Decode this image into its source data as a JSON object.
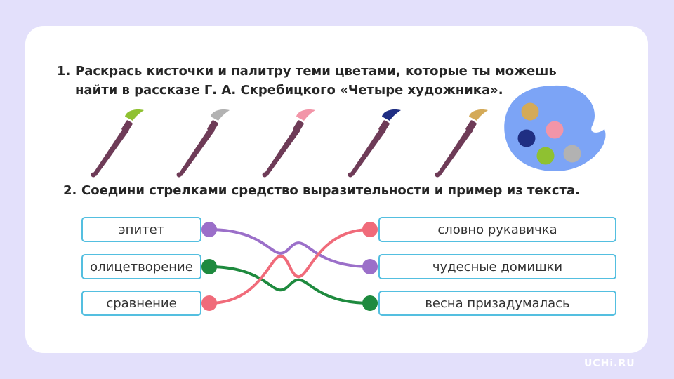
{
  "task1": {
    "number": "1.",
    "line1": "Раскрась кисточки и палитру теми цветами, которые ты можешь",
    "line2": "найти в рассказе Г. А. Скребицкого «Четыре художника»."
  },
  "brushes": [
    {
      "tip_color": "#8fc131"
    },
    {
      "tip_color": "#b2b2b2"
    },
    {
      "tip_color": "#f295a8"
    },
    {
      "tip_color": "#1f2e83"
    },
    {
      "tip_color": "#d4aa58"
    }
  ],
  "palette": {
    "body_color": "#7ca4f6",
    "paint_colors": [
      "#d4aa58",
      "#f295a8",
      "#1f2e83",
      "#8fc131",
      "#b2b2b2"
    ]
  },
  "task2": {
    "number": "2.",
    "text": "Соедини стрелками средство выразительности и пример из текста."
  },
  "matching": {
    "left": [
      {
        "label": "эпитет",
        "dot_color": "#9b6fc9"
      },
      {
        "label": "олицетворение",
        "dot_color": "#1e8a3e"
      },
      {
        "label": "сравнение",
        "dot_color": "#f06b7a"
      }
    ],
    "right": [
      {
        "label": "словно рукавичка",
        "dot_color": "#f06b7a"
      },
      {
        "label": "чудесные домишки",
        "dot_color": "#9b6fc9"
      },
      {
        "label": "весна призадумалась",
        "dot_color": "#1e8a3e"
      }
    ],
    "connections": [
      {
        "from": 0,
        "to": 1,
        "color": "#9b6fc9"
      },
      {
        "from": 1,
        "to": 2,
        "color": "#1e8a3e"
      },
      {
        "from": 2,
        "to": 0,
        "color": "#f06b7a"
      }
    ]
  },
  "watermark": "UCHi.RU"
}
